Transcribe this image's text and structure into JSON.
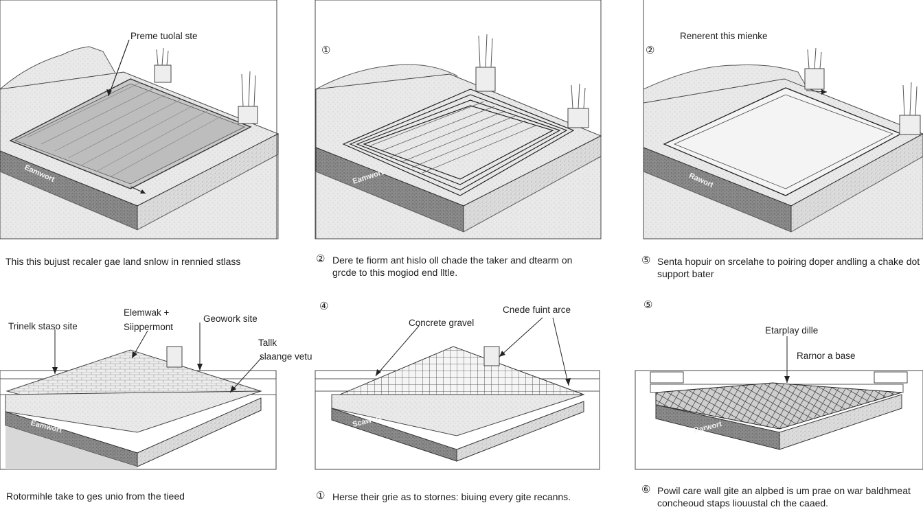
{
  "panels": [
    {
      "number": "",
      "callouts": [
        "Preme tuolal ste"
      ],
      "side_label": "Eamwort",
      "caption": "This this bujust recaler gae land snlow in rennied stlass"
    },
    {
      "number": "①",
      "callouts": [],
      "side_label": "Eamwort",
      "caption_marker": "②",
      "caption": "Dere te fiorm ant hislo oll chade the taker and dtearm on grcde to this mogiod end lltle."
    },
    {
      "number": "②",
      "callouts": [
        "Renerent this mienke"
      ],
      "side_label": "Rawort",
      "caption_marker": "⑤",
      "caption": "Senta hopuir on srcelahe to poiring doper andling a chake dot support bater"
    },
    {
      "number": "",
      "callouts": [
        "Trinelk staso site",
        "Elemwak +",
        "Siippermont",
        "Geowork site",
        "Tallk",
        "slaange vetu"
      ],
      "side_label": "Eamwort",
      "caption": "Rotormihle take to ges unio from the tieed"
    },
    {
      "number": "④",
      "callouts": [
        "Concrete gravel",
        "Cnede fuint arce"
      ],
      "side_label": "Scawort",
      "caption_marker": "①",
      "caption": "Herse their grie as to stornes: biuing every gite recanns."
    },
    {
      "number": "⑤",
      "callouts": [
        "Etarplay dille",
        "Rarnor a base"
      ],
      "side_label": "Barwort",
      "caption_marker": "⑥",
      "caption": "Powil care wall gite an alpbed is um prae on war baldhmeat concheoud staps liouustal ch the caaed."
    }
  ]
}
